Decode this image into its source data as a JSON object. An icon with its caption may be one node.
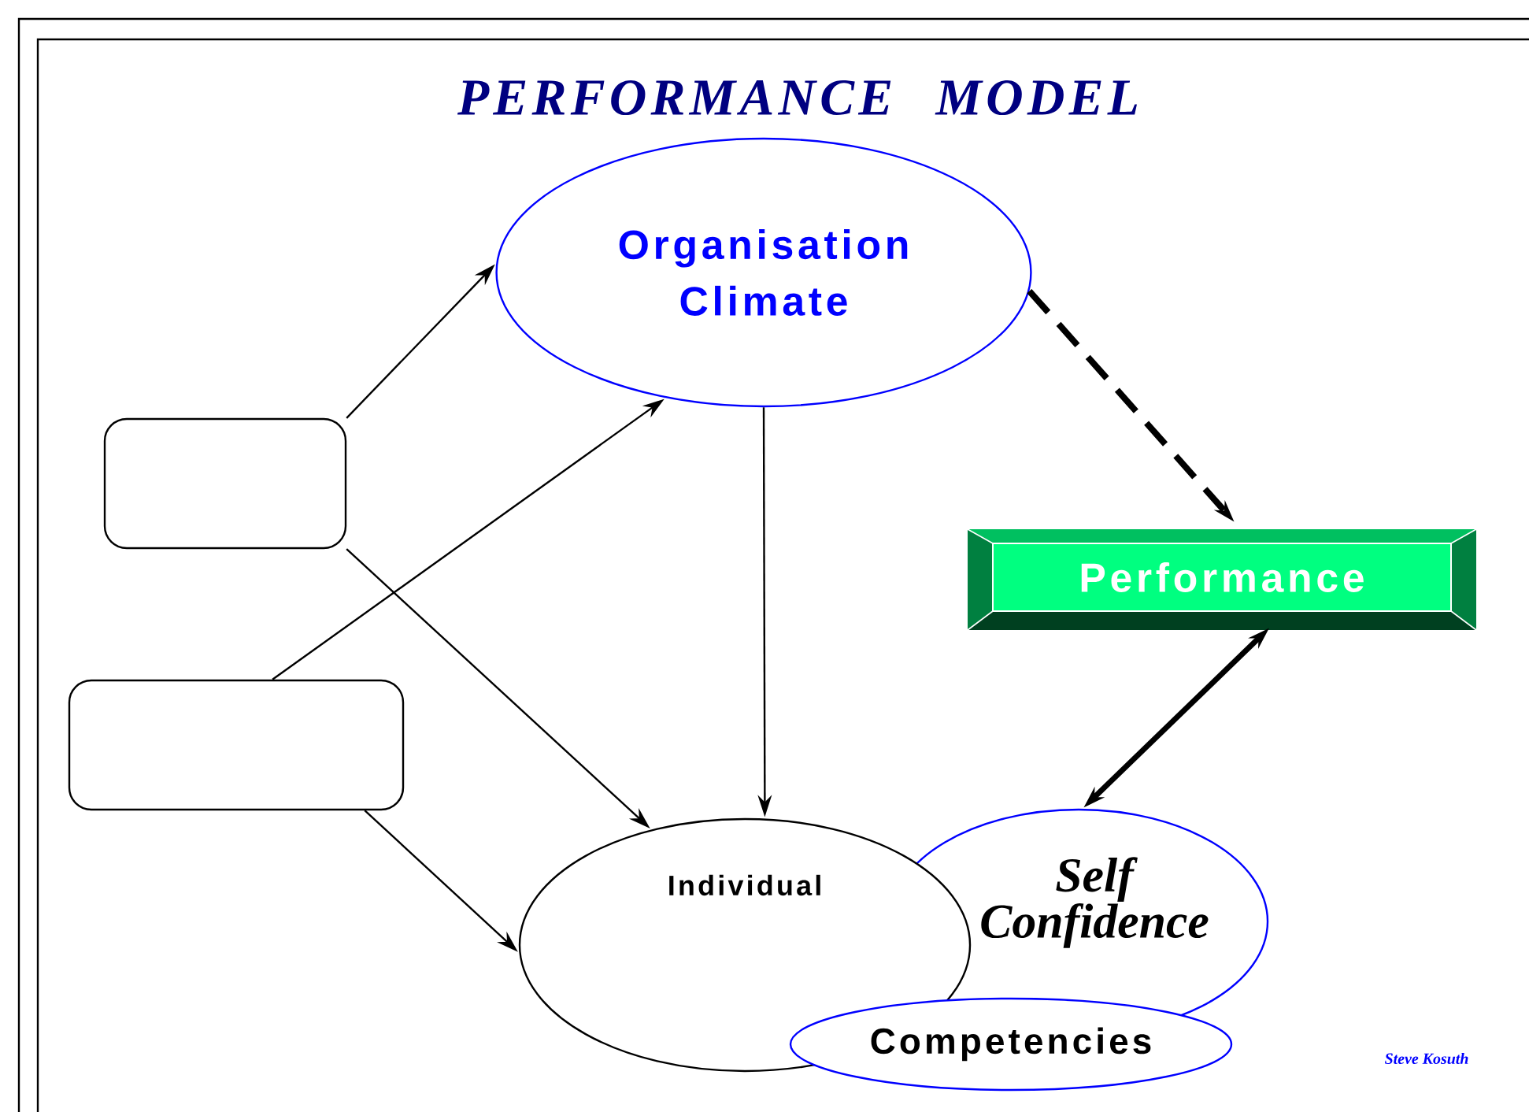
{
  "diagram": {
    "title": "PERFORMANCE MODEL",
    "nodes": [
      {
        "text": [
          "Organisation Climate"
        ]
      },
      {
        "text": [],
        "shape": "box"
      },
      {
        "text": [
          "Performance"
        ]
      },
      {
        "text": [],
        "shape": "box"
      },
      {
        "text": [
          "Individual"
        ]
      },
      {
        "text": [
          "Self Confidence"
        ]
      },
      {
        "text": [
          "Competencies"
        ]
      }
    ],
    "edges": [
      {
        "from": 1,
        "to": 0,
        "arrow": "to"
      },
      {
        "from": 1,
        "to": 4,
        "arrow": "to"
      },
      {
        "from": 3,
        "to": 0,
        "arrow": "to"
      },
      {
        "from": 3,
        "to": 4,
        "arrow": "to"
      },
      {
        "from": 0,
        "to": 4,
        "arrow": "to"
      },
      {
        "from": 0,
        "to": 2,
        "arrow": "to",
        "style": "dashed"
      },
      {
        "from": 2,
        "to": 5,
        "arrow": "both",
        "style": "thick"
      }
    ],
    "labels": [
      "Steve Kosuth"
    ]
  }
}
